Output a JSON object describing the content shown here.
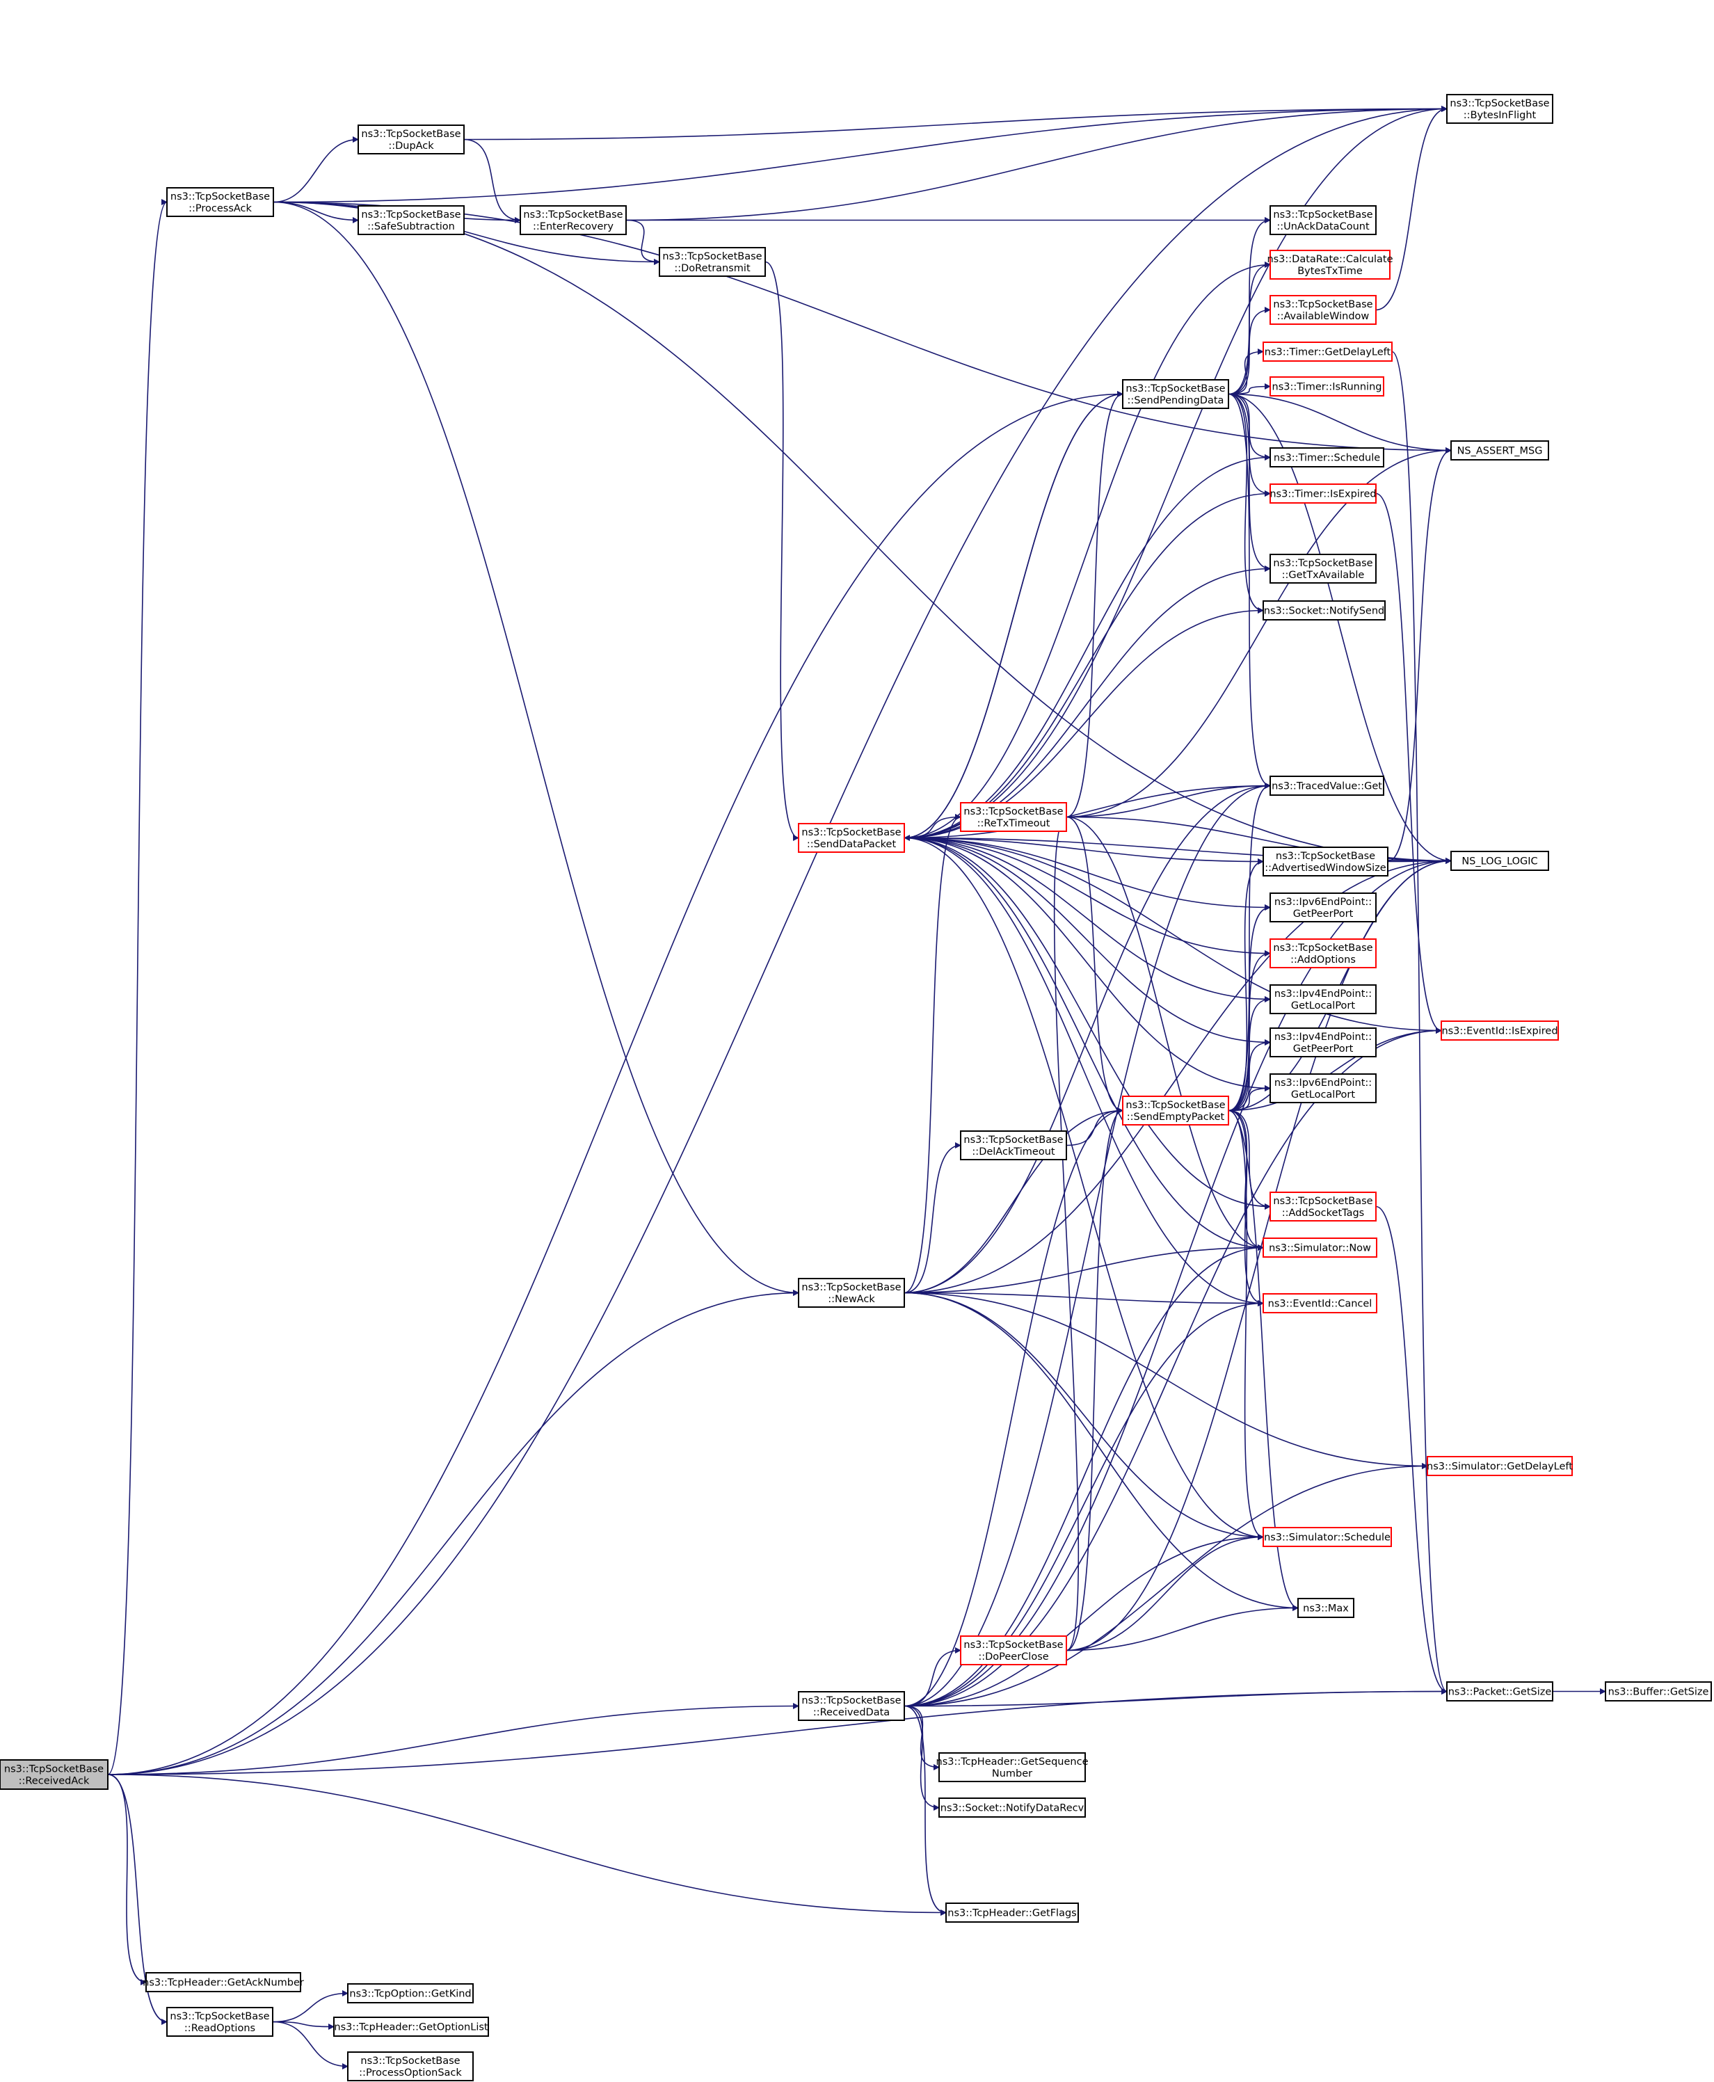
{
  "colors": {
    "edge": "#191970",
    "node_border": "#000000",
    "node_border_red": "#ff0000",
    "root_fill": "#bfbfbf",
    "background": "#ffffff"
  },
  "nodes": [
    {
      "id": "receivedack",
      "lines": [
        "ns3::TcpSocketBase",
        "::ReceivedAck"
      ]
    },
    {
      "id": "processack",
      "lines": [
        "ns3::TcpSocketBase",
        "::ProcessAck"
      ]
    },
    {
      "id": "dupack",
      "lines": [
        "ns3::TcpSocketBase",
        "::DupAck"
      ]
    },
    {
      "id": "safesub",
      "lines": [
        "ns3::TcpSocketBase",
        "::SafeSubtraction"
      ]
    },
    {
      "id": "enterrecovery",
      "lines": [
        "ns3::TcpSocketBase",
        "::EnterRecovery"
      ]
    },
    {
      "id": "doretransmit",
      "lines": [
        "ns3::TcpSocketBase",
        "::DoRetransmit"
      ]
    },
    {
      "id": "bytesinflight",
      "lines": [
        "ns3::TcpSocketBase",
        "::BytesInFlight"
      ]
    },
    {
      "id": "unackdata",
      "lines": [
        "ns3::TcpSocketBase",
        "::UnAckDataCount"
      ]
    },
    {
      "id": "datarate",
      "lines": [
        "ns3::DataRate::Calculate",
        "BytesTxTime"
      ]
    },
    {
      "id": "availwin",
      "lines": [
        "ns3::TcpSocketBase",
        "::AvailableWindow"
      ]
    },
    {
      "id": "timergetdelay",
      "lines": [
        "ns3::Timer::GetDelayLeft"
      ]
    },
    {
      "id": "timerisrunning",
      "lines": [
        "ns3::Timer::IsRunning"
      ]
    },
    {
      "id": "sendpending",
      "lines": [
        "ns3::TcpSocketBase",
        "::SendPendingData"
      ]
    },
    {
      "id": "assertmsg",
      "lines": [
        "NS_ASSERT_MSG"
      ]
    },
    {
      "id": "timerschedule",
      "lines": [
        "ns3::Timer::Schedule"
      ]
    },
    {
      "id": "timerisexpired",
      "lines": [
        "ns3::Timer::IsExpired"
      ]
    },
    {
      "id": "gettxavail",
      "lines": [
        "ns3::TcpSocketBase",
        "::GetTxAvailable"
      ]
    },
    {
      "id": "notifysend",
      "lines": [
        "ns3::Socket::NotifySend"
      ]
    },
    {
      "id": "tracedget",
      "lines": [
        "ns3::TracedValue::Get"
      ]
    },
    {
      "id": "senddatapacket",
      "lines": [
        "ns3::TcpSocketBase",
        "::SendDataPacket"
      ]
    },
    {
      "id": "retxtimeout",
      "lines": [
        "ns3::TcpSocketBase",
        "::ReTxTimeout"
      ]
    },
    {
      "id": "advwin",
      "lines": [
        "ns3::TcpSocketBase",
        "::AdvertisedWindowSize"
      ]
    },
    {
      "id": "nslog",
      "lines": [
        "NS_LOG_LOGIC"
      ]
    },
    {
      "id": "ipv6peer",
      "lines": [
        "ns3::Ipv6EndPoint::",
        "GetPeerPort"
      ]
    },
    {
      "id": "addoptions",
      "lines": [
        "ns3::TcpSocketBase",
        "::AddOptions"
      ]
    },
    {
      "id": "ipv4local",
      "lines": [
        "ns3::Ipv4EndPoint::",
        "GetLocalPort"
      ]
    },
    {
      "id": "eventisexpired",
      "lines": [
        "ns3::EventId::IsExpired"
      ]
    },
    {
      "id": "ipv4peer",
      "lines": [
        "ns3::Ipv4EndPoint::",
        "GetPeerPort"
      ]
    },
    {
      "id": "ipv6local",
      "lines": [
        "ns3::Ipv6EndPoint::",
        "GetLocalPort"
      ]
    },
    {
      "id": "sendempty",
      "lines": [
        "ns3::TcpSocketBase",
        "::SendEmptyPacket"
      ]
    },
    {
      "id": "delacktimeout",
      "lines": [
        "ns3::TcpSocketBase",
        "::DelAckTimeout"
      ]
    },
    {
      "id": "addsockettags",
      "lines": [
        "ns3::TcpSocketBase",
        "::AddSocketTags"
      ]
    },
    {
      "id": "simnow",
      "lines": [
        "ns3::Simulator::Now"
      ]
    },
    {
      "id": "newack",
      "lines": [
        "ns3::TcpSocketBase",
        "::NewAck"
      ]
    },
    {
      "id": "eventcancel",
      "lines": [
        "ns3::EventId::Cancel"
      ]
    },
    {
      "id": "simgetdelay",
      "lines": [
        "ns3::Simulator::GetDelayLeft"
      ]
    },
    {
      "id": "simschedule",
      "lines": [
        "ns3::Simulator::Schedule"
      ]
    },
    {
      "id": "max",
      "lines": [
        "ns3::Max"
      ]
    },
    {
      "id": "dopeerclose",
      "lines": [
        "ns3::TcpSocketBase",
        "::DoPeerClose"
      ]
    },
    {
      "id": "receiveddata",
      "lines": [
        "ns3::TcpSocketBase",
        "::ReceivedData"
      ]
    },
    {
      "id": "packetgetsize",
      "lines": [
        "ns3::Packet::GetSize"
      ]
    },
    {
      "id": "buffergetsize",
      "lines": [
        "ns3::Buffer::GetSize"
      ]
    },
    {
      "id": "getseq",
      "lines": [
        "ns3::TcpHeader::GetSequence",
        "Number"
      ]
    },
    {
      "id": "notifydatarecv",
      "lines": [
        "ns3::Socket::NotifyDataRecv"
      ]
    },
    {
      "id": "getflags",
      "lines": [
        "ns3::TcpHeader::GetFlags"
      ]
    },
    {
      "id": "getacknum",
      "lines": [
        "ns3::TcpHeader::GetAckNumber"
      ]
    },
    {
      "id": "getkind",
      "lines": [
        "ns3::TcpOption::GetKind"
      ]
    },
    {
      "id": "readoptions",
      "lines": [
        "ns3::TcpSocketBase",
        "::ReadOptions"
      ]
    },
    {
      "id": "getoptionlist",
      "lines": [
        "ns3::TcpHeader::GetOptionList"
      ]
    },
    {
      "id": "optionsack",
      "lines": [
        "ns3::TcpSocketBase",
        "::ProcessOptionSack"
      ]
    }
  ]
}
